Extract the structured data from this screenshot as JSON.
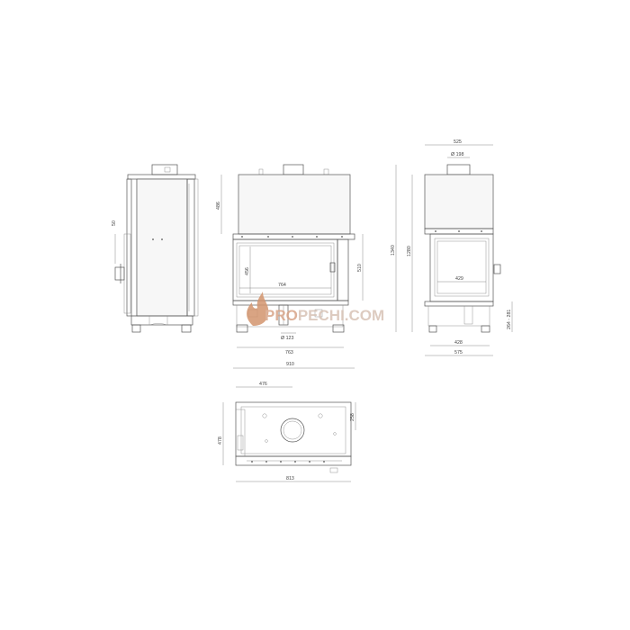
{
  "watermark": {
    "text_pro": "PRO",
    "text_rest": "PECHI.COM",
    "pro_color": "#d8a488",
    "rest_color": "#d8c3b6",
    "flame_color": "#d3956e"
  },
  "line_color": "#555555",
  "dimensions": {
    "front_top_height": "486",
    "front_glass_height": "456",
    "front_glass_width": "764",
    "front_side_height": "510",
    "front_outlet_dia": "Ø 123",
    "front_base_width": "763",
    "front_total_width": "910",
    "side_offset": "50",
    "right_top_width": "525",
    "right_outlet_dia": "Ø 198",
    "right_total_height": "1340",
    "right_inner_height": "1280",
    "right_glass_width": "429",
    "right_leg_range": "264 - 281",
    "right_base_width": "428",
    "right_total_width": "575",
    "plan_depth_offset": "476",
    "plan_side_depth": "258",
    "plan_total_depth": "478",
    "plan_total_width": "813"
  }
}
